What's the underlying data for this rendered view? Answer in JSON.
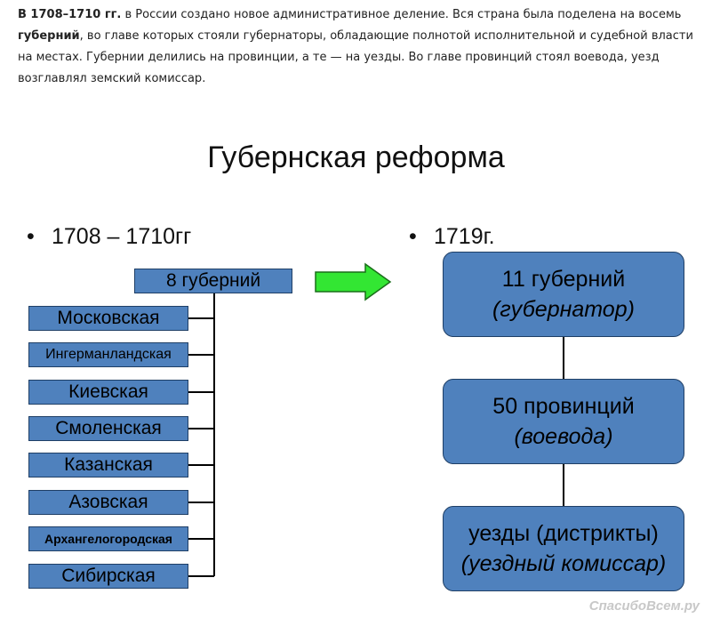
{
  "intro": {
    "years": "В 1708–1710 гг.",
    "part1": " в России создано новое административное деление. Вся страна была поделена на восемь ",
    "gubernii": "губерний",
    "part2": ", во главе которых стояли губернаторы, обладающие полнотой исполнительной и судебной власти на местах. Губернии делились на провинции, а те — на уезды. Во главе провинций стоял воевода, уезд возглавлял земский комиссар."
  },
  "title": "Губернская реформа",
  "left": {
    "bullet": "1708 – 1710гг",
    "header": "8 губерний",
    "items": [
      "Московская",
      "Ингерманландская",
      "Киевская",
      "Смоленская",
      "Казанская",
      "Азовская",
      "Архангелогородская",
      "Сибирская"
    ]
  },
  "right": {
    "bullet": "1719г.",
    "boxes": [
      {
        "line1": "11 губерний",
        "line2": "(губернатор)"
      },
      {
        "line1": "50 провинций",
        "line2": "(воевода)"
      },
      {
        "line1": "уезды (дистрикты)",
        "line2": "(уездный комиссар)"
      }
    ]
  },
  "colors": {
    "box": "#4f81bd",
    "arrow": "#33e633"
  },
  "arrow_icon": "right-arrow-icon",
  "watermark": "СпасибоВсем.ру"
}
